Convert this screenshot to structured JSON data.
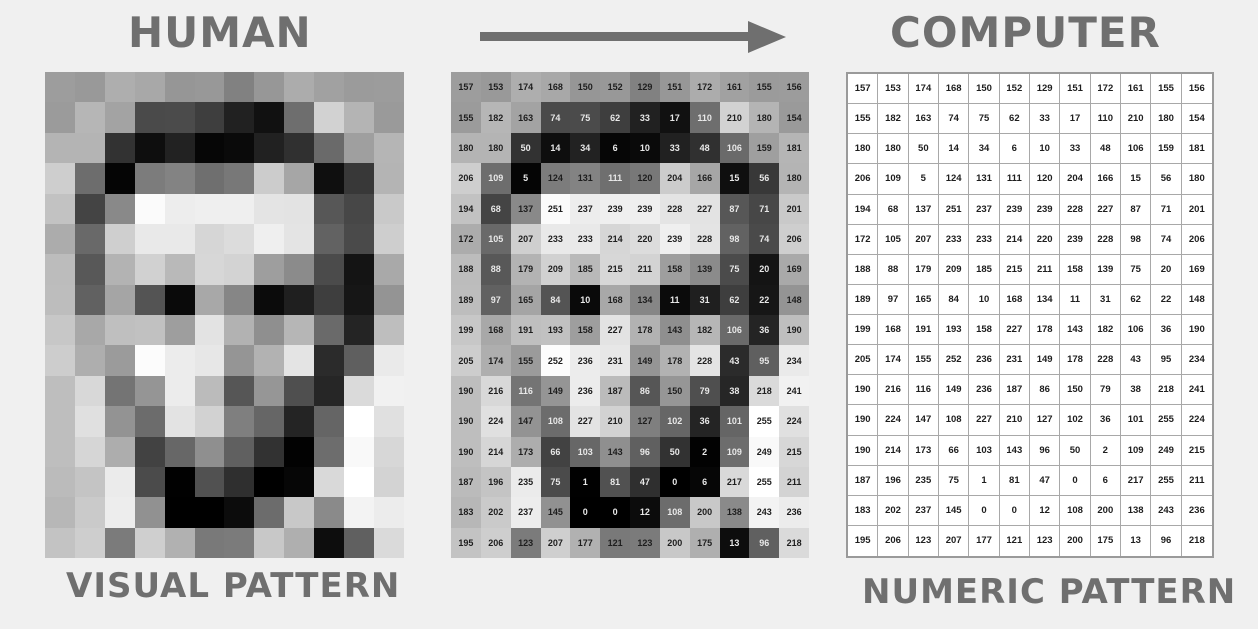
{
  "headings": {
    "human": "HUMAN",
    "computer": "COMPUTER",
    "visual_caption": "VISUAL PATTERN",
    "numeric_caption": "NUMERIC PATTERN"
  },
  "colors": {
    "background": "#f0f0f0",
    "heading_text": "#6f6f6f",
    "arrow": "#6f6f6f",
    "grid_lines": "#a8a8a8"
  },
  "pixel_values": [
    [
      157,
      153,
      174,
      168,
      150,
      152,
      129,
      151,
      172,
      161,
      155,
      156
    ],
    [
      155,
      182,
      163,
      74,
      75,
      62,
      33,
      17,
      110,
      210,
      180,
      154
    ],
    [
      180,
      180,
      50,
      14,
      34,
      6,
      10,
      33,
      48,
      106,
      159,
      181
    ],
    [
      206,
      109,
      5,
      124,
      131,
      111,
      120,
      204,
      166,
      15,
      56,
      180
    ],
    [
      194,
      68,
      137,
      251,
      237,
      239,
      239,
      228,
      227,
      87,
      71,
      201
    ],
    [
      172,
      105,
      207,
      233,
      233,
      214,
      220,
      239,
      228,
      98,
      74,
      206
    ],
    [
      188,
      88,
      179,
      209,
      185,
      215,
      211,
      158,
      139,
      75,
      20,
      169
    ],
    [
      189,
      97,
      165,
      84,
      10,
      168,
      134,
      11,
      31,
      62,
      22,
      148
    ],
    [
      199,
      168,
      191,
      193,
      158,
      227,
      178,
      143,
      182,
      106,
      36,
      190
    ],
    [
      205,
      174,
      155,
      252,
      236,
      231,
      149,
      178,
      228,
      43,
      95,
      234
    ],
    [
      190,
      216,
      116,
      149,
      236,
      187,
      86,
      150,
      79,
      38,
      218,
      241
    ],
    [
      190,
      224,
      147,
      108,
      227,
      210,
      127,
      102,
      36,
      101,
      255,
      224
    ],
    [
      190,
      214,
      173,
      66,
      103,
      143,
      96,
      50,
      2,
      109,
      249,
      215
    ],
    [
      187,
      196,
      235,
      75,
      1,
      81,
      47,
      0,
      6,
      217,
      255,
      211
    ],
    [
      183,
      202,
      237,
      145,
      0,
      0,
      12,
      108,
      200,
      138,
      243,
      236
    ],
    [
      195,
      206,
      123,
      207,
      177,
      121,
      123,
      200,
      175,
      13,
      96,
      218
    ]
  ]
}
